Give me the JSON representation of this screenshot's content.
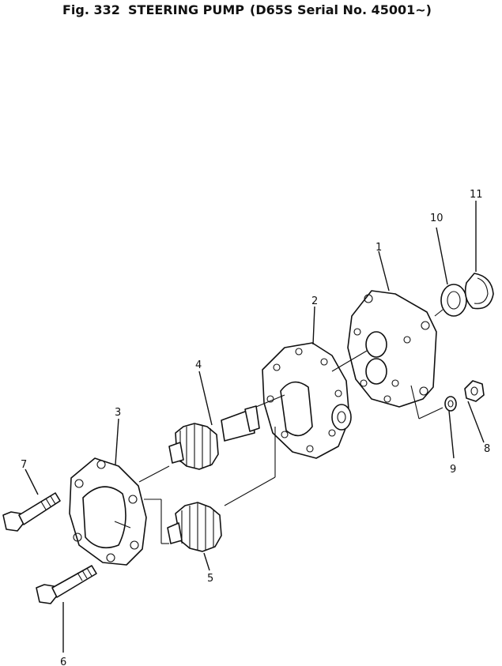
{
  "header": {
    "fig": "Fig. 332",
    "name": "STEERING PUMP",
    "serial": "(D65S Serial No. 45001~)"
  },
  "callouts": [
    "1",
    "2",
    "3",
    "4",
    "5",
    "6",
    "7",
    "8",
    "9",
    "10",
    "11"
  ]
}
